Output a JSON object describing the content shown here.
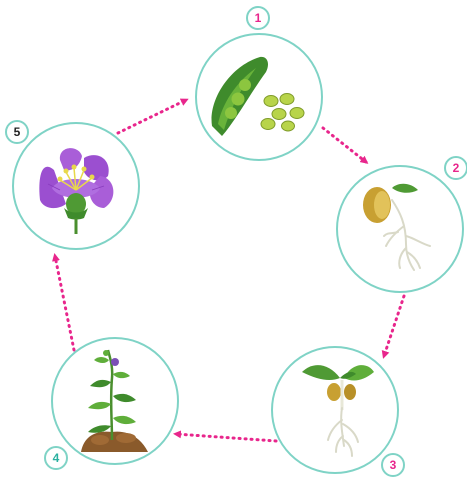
{
  "stages": [
    {
      "number": "1",
      "subject": "pea-pod-with-seeds"
    },
    {
      "number": "2",
      "subject": "germinating-seed"
    },
    {
      "number": "3",
      "subject": "seedling"
    },
    {
      "number": "4",
      "subject": "young-plant-in-soil"
    },
    {
      "number": "5",
      "subject": "flower"
    }
  ],
  "colors": {
    "ring": "#7fd3c6",
    "arrow": "#e8268c",
    "badge_pink": "#e8268c",
    "badge_teal": "#2ab0a0",
    "badge_dark": "#222222"
  }
}
